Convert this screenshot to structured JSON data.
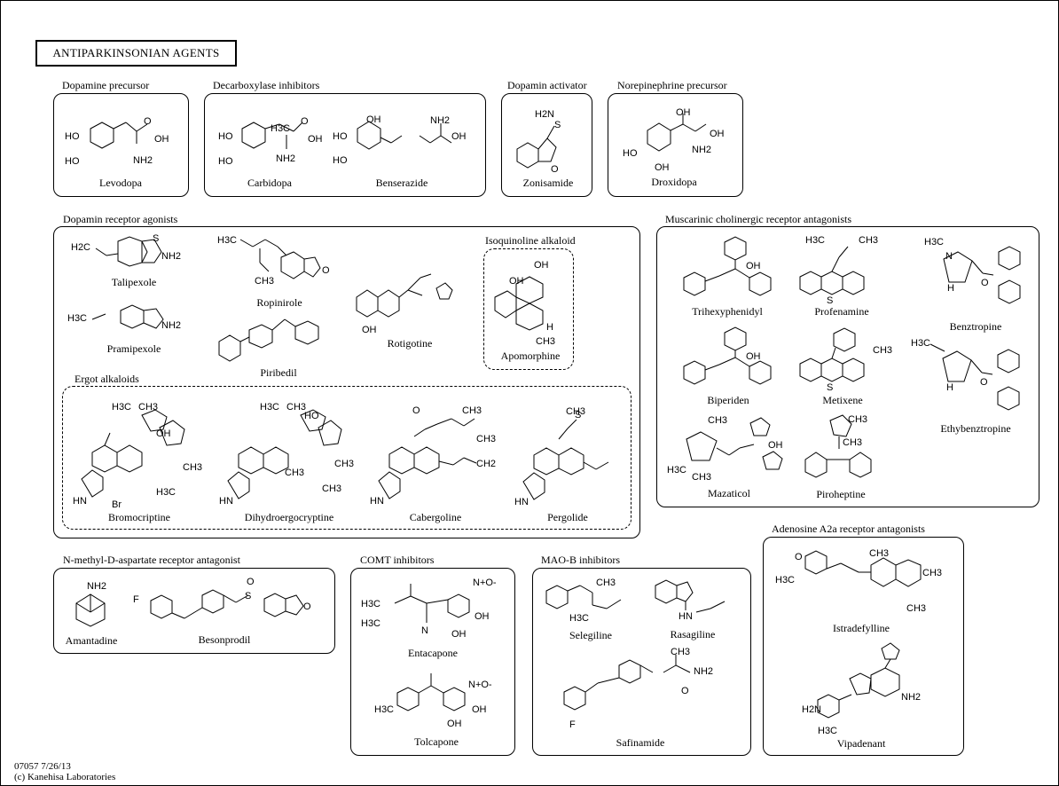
{
  "title": "ANTIPARKINSONIAN  AGENTS",
  "groups": {
    "dopamine_precursor": {
      "header": "Dopamine precursor",
      "drugs": [
        "Levodopa"
      ]
    },
    "decarboxylase": {
      "header": "Decarboxylase inhibitors",
      "drugs": [
        "Carbidopa",
        "Benserazide"
      ]
    },
    "dopamin_activator": {
      "header": "Dopamin activator",
      "drugs": [
        "Zonisamide"
      ]
    },
    "norepinephrine_precursor": {
      "header": "Norepinephrine precursor",
      "drugs": [
        "Droxidopa"
      ]
    },
    "dopamine_agonists": {
      "header": "Dopamin receptor agonists",
      "drugs": [
        "Talipexole",
        "Ropinirole",
        "Pramipexole",
        "Piribedil",
        "Rotigotine"
      ]
    },
    "isoquinoline": {
      "header": "Isoquinoline alkaloid",
      "drugs": [
        "Apomorphine"
      ]
    },
    "ergot": {
      "header": "Ergot alkaloids",
      "drugs": [
        "Bromocriptine",
        "Dihydroergocryptine",
        "Cabergoline",
        "Pergolide"
      ]
    },
    "muscarinic": {
      "header": "Muscarinic cholinergic receptor antagonists",
      "drugs": [
        "Trihexyphenidyl",
        "Profenamine",
        "Benztropine",
        "Biperiden",
        "Metixene",
        "Ethybenztropine",
        "Mazaticol",
        "Piroheptine"
      ]
    },
    "nmda": {
      "header": "N-methyl-D-aspartate receptor  antagonist",
      "drugs": [
        "Amantadine",
        "Besonprodil"
      ]
    },
    "comt": {
      "header": "COMT inhibitors",
      "drugs": [
        "Entacapone",
        "Tolcapone"
      ]
    },
    "maob": {
      "header": "MAO-B inhibitors",
      "drugs": [
        "Selegiline",
        "Rasagiline",
        "Safinamide"
      ]
    },
    "adenosine": {
      "header": "Adenosine A2a receptor antagonists",
      "drugs": [
        "Istradefylline",
        "Vipadenant"
      ]
    }
  },
  "atoms": {
    "ho": "HO",
    "oh": "OH",
    "nh2": "NH2",
    "h2n": "H2N",
    "h3c": "H3C",
    "ch3": "CH3",
    "h2c": "H2C",
    "ch2": "CH2",
    "n": "N",
    "s": "S",
    "o": "O",
    "h": "H",
    "hn": "HN",
    "f": "F",
    "br": "Br",
    "no2": "N+O-",
    "cn": "N"
  },
  "footer": {
    "line1": "07057 7/26/13",
    "line2": "(c) Kanehisa Laboratories"
  }
}
